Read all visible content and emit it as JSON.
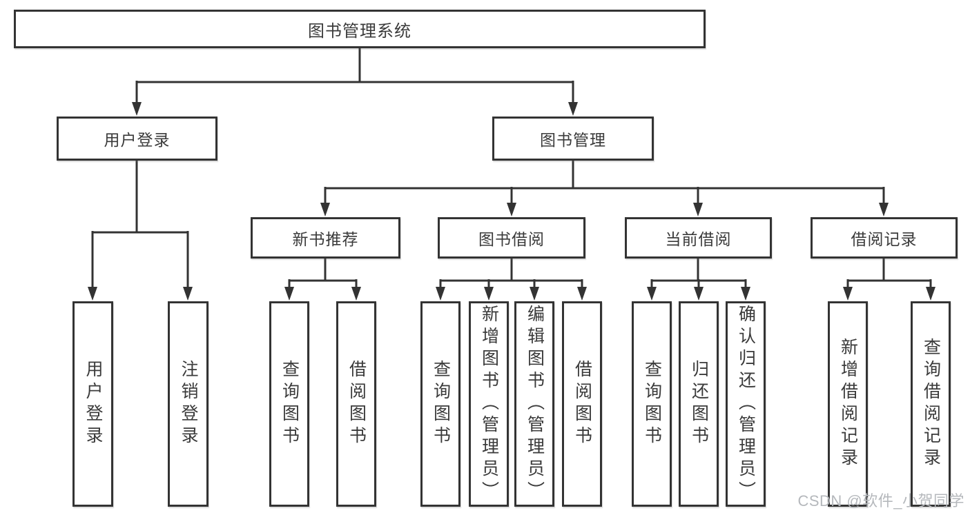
{
  "root": {
    "label": "图书管理系统"
  },
  "level2": [
    {
      "label": "用户登录"
    },
    {
      "label": "图书管理"
    }
  ],
  "level3": [
    {
      "label": "新书推荐"
    },
    {
      "label": "图书借阅"
    },
    {
      "label": "当前借阅"
    },
    {
      "label": "借阅记录"
    }
  ],
  "leaves": [
    {
      "label": "用户登录"
    },
    {
      "label": "注销登录"
    },
    {
      "label": "查询图书"
    },
    {
      "label": "借阅图书"
    },
    {
      "label": "查询图书"
    },
    {
      "label": "新增图书（管理员）"
    },
    {
      "label": "编辑图书（管理员）"
    },
    {
      "label": "借阅图书"
    },
    {
      "label": "查询图书"
    },
    {
      "label": "归还图书"
    },
    {
      "label": "确认归还（管理员）"
    },
    {
      "label": "新增借阅记录"
    },
    {
      "label": "查询借阅记录"
    }
  ],
  "watermark": "CSDN @软件_小贺同学",
  "colors": {
    "line": "#333333",
    "text": "#3a3a3a",
    "box_bg": "#ffffff",
    "watermark": "#b5b8bc"
  }
}
